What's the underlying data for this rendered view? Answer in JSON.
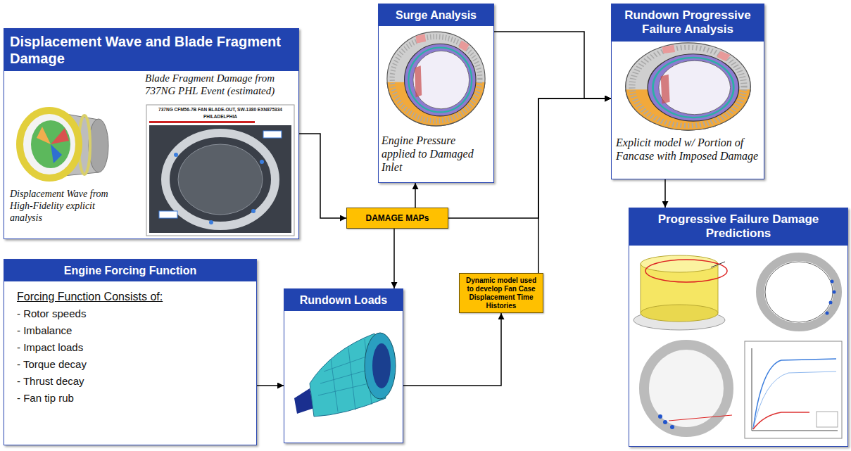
{
  "diagram": {
    "nodes": [
      {
        "text": [
          "Displacement Wave and Blade Fragment Damage",
          "Blade Fragment Damage from 737NG PHL Event (estimated)",
          "Displacement Wave from High-Fidelity explicit analysis"
        ]
      },
      {
        "text": [
          "Surge Analysis",
          "Engine Pressure applied to Damaged Inlet"
        ]
      },
      {
        "text": [
          "Rundown Progressive Failure Analysis",
          "Explicit model w/ Portion of Fancase with Imposed Damage"
        ]
      },
      {
        "text": [
          "DAMAGE MAPs"
        ]
      },
      {
        "text": [
          "Dynamic model used to develop Fan Case Displacement Time Histories"
        ]
      },
      {
        "text": [
          "Engine Forcing Function",
          "Forcing Function Consists of:",
          "- Rotor speeds",
          "- Imbalance",
          "- Impact loads",
          "- Torque decay",
          "- Thrust decay",
          "- Fan tip rub"
        ]
      },
      {
        "text": [
          "Rundown Loads"
        ]
      },
      {
        "text": [
          "Progressive Failure Damage Predictions"
        ]
      }
    ],
    "edges": [
      {
        "from": 0,
        "to": 3,
        "arrow": "to"
      },
      {
        "from": 3,
        "to": 1,
        "arrow": "to"
      },
      {
        "from": 1,
        "to": 2,
        "arrow": "to"
      },
      {
        "from": 3,
        "to": 2,
        "arrow": "to"
      },
      {
        "from": 4,
        "to": 2,
        "arrow": "to"
      },
      {
        "from": 3,
        "to": 6,
        "arrow": "to"
      },
      {
        "from": 5,
        "to": 6,
        "arrow": "to"
      },
      {
        "from": 6,
        "to": 4,
        "arrow": "to"
      },
      {
        "from": 2,
        "to": 7,
        "arrow": "to"
      }
    ],
    "labels": [
      "737NG CFM56-7B FAN BLADE-OUT, SW-1380 EXN875334",
      "PHILADELPHIA"
    ]
  }
}
